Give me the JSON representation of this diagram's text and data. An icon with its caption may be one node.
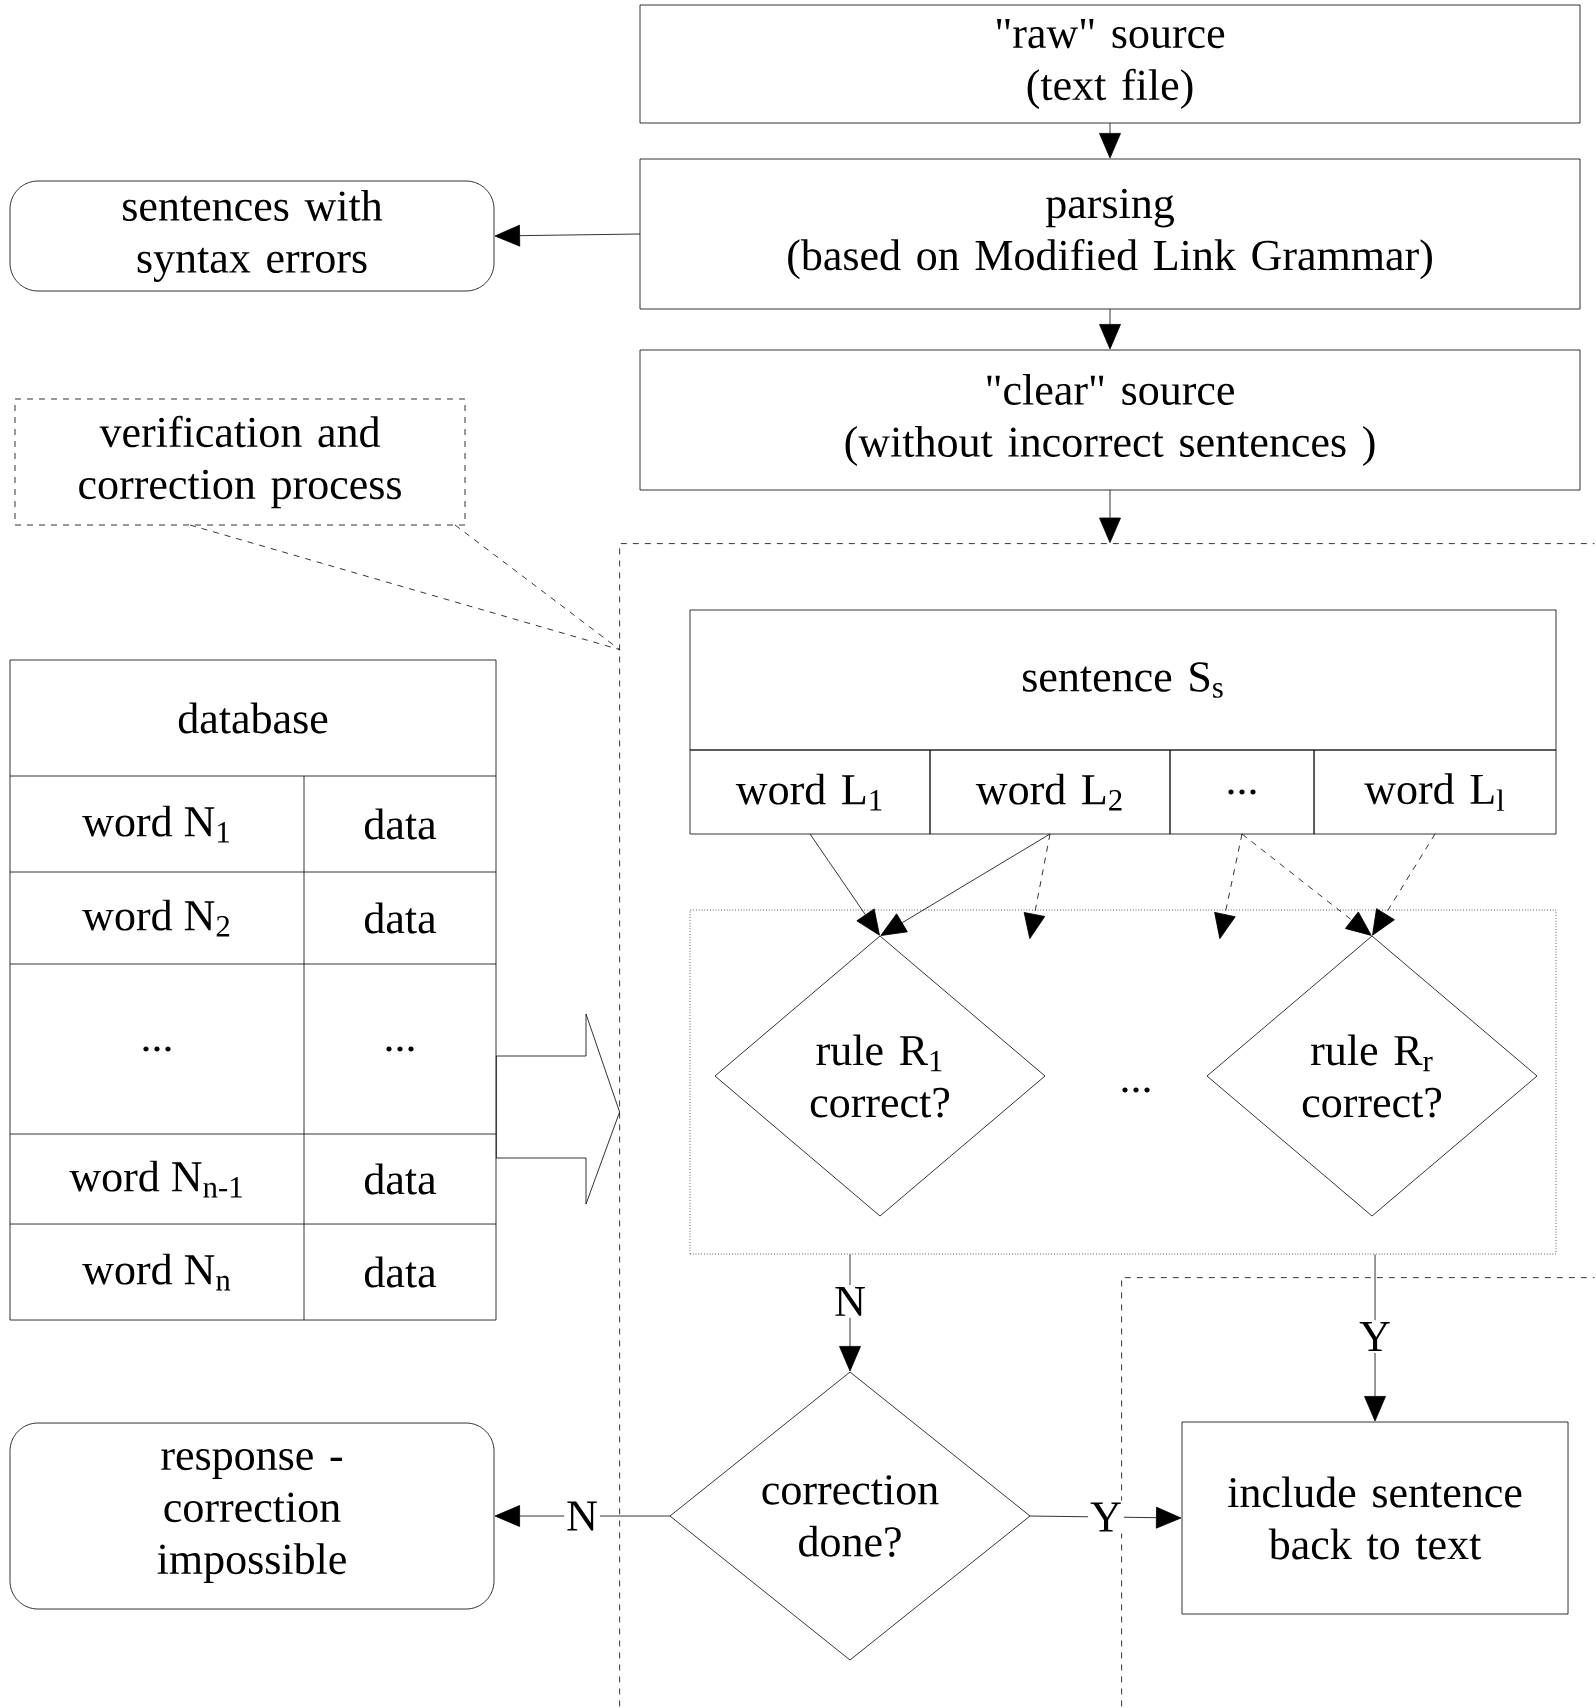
{
  "diagram": {
    "nodes": [
      {
        "text": [
          "\"raw\" source",
          "(text file)"
        ]
      },
      {
        "text": [
          "parsing",
          "(based on Modified Link Grammar)"
        ]
      },
      {
        "text": [
          "sentences with syntax errors"
        ]
      },
      {
        "text": [
          "\"clear\" source",
          "(without incorrect sentences )"
        ]
      },
      {
        "text": [
          "verification and correction process"
        ]
      },
      {
        "text": [],
        "shape": "box"
      },
      {
        "text": [
          "sentence S$_{s}$"
        ],
        "in": 5
      },
      {
        "text": [
          "word L$_{1}$"
        ],
        "in": 5
      },
      {
        "text": [
          "word L$_{2}$"
        ],
        "in": 5
      },
      {
        "text": [
          "..."
        ],
        "in": 5
      },
      {
        "text": [
          "word L$_{l}$"
        ],
        "in": 5
      },
      {
        "text": [],
        "shape": "box",
        "in": 5
      },
      {
        "text": [
          "rule R$_{1}$ correct?"
        ],
        "in": 11
      },
      {
        "text": [
          "rule R$_{r}$ correct?"
        ],
        "in": 11
      },
      {
        "text": [
          "database",
          "word N$_{1}$",
          "data",
          "word N$_{2}$",
          "data",
          "...",
          "...",
          "word N$_{n-1}$",
          "data",
          "word N$_{n}$",
          "data"
        ]
      },
      {
        "text": [
          "correction done?"
        ],
        "in": 5
      },
      {
        "text": [
          "response - correction impossible"
        ]
      },
      {
        "text": [],
        "shape": "box",
        "in": 5
      },
      {
        "text": [
          "include sentence back to text"
        ],
        "in": 17
      }
    ],
    "edges": [
      {
        "from": 0,
        "to": 1,
        "arrow": "to"
      },
      {
        "from": 1,
        "to": 2,
        "arrow": "to"
      },
      {
        "from": 1,
        "to": 3,
        "arrow": "to"
      },
      {
        "from": 3,
        "to": 5,
        "arrow": "to"
      },
      {
        "from": 4,
        "to": 5,
        "arrow": "none",
        "style": "dashed"
      },
      {
        "from": 7,
        "to": 12,
        "arrow": "to"
      },
      {
        "from": 8,
        "to": 12,
        "arrow": "to"
      },
      {
        "from": 8,
        "to": 11,
        "arrow": "to",
        "style": "dashed"
      },
      {
        "from": 9,
        "to": 11,
        "arrow": "to",
        "style": "dashed"
      },
      {
        "from": 9,
        "to": 13,
        "arrow": "to",
        "style": "dashed"
      },
      {
        "from": 10,
        "to": 13,
        "arrow": "to",
        "style": "dashed"
      },
      {
        "from": 14,
        "to": 5,
        "arrow": "to",
        "style": "thick"
      },
      {
        "from": 11,
        "to": 15,
        "arrow": "to",
        "label": "N"
      },
      {
        "from": 11,
        "to": 18,
        "arrow": "to",
        "label": "Y"
      },
      {
        "from": 15,
        "to": 16,
        "arrow": "to",
        "label": "N"
      },
      {
        "from": 15,
        "to": 18,
        "arrow": "to",
        "label": "Y"
      }
    ],
    "labels": [
      "..."
    ]
  }
}
